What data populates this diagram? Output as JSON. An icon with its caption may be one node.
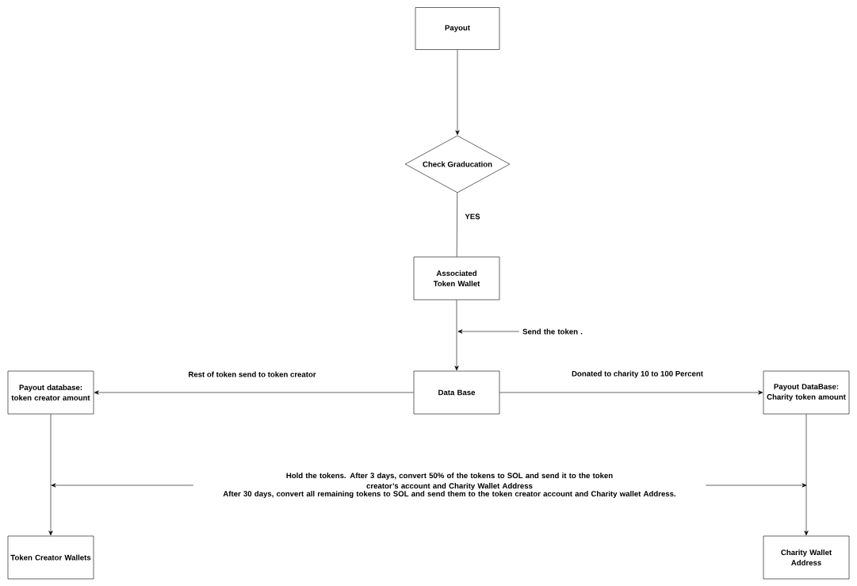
{
  "diagram": {
    "nodes": [
      {
        "text": [
          "Payout"
        ]
      },
      {
        "text": [
          "Check Graducation"
        ]
      },
      {
        "text": [
          "Associated Token Wallet"
        ]
      },
      {
        "text": [
          "Data Base"
        ]
      },
      {
        "text": [
          "Payout database: token creator amount"
        ]
      },
      {
        "text": [
          "Payout DataBase: Charity token amount"
        ]
      },
      {
        "text": [
          "Token Creator Wallets"
        ]
      },
      {
        "text": [
          "Charity Wallet Address"
        ]
      },
      {
        "text": [
          "Hold the tokens. After 3 days, convert 50% of the tokens to SOL and send it to the token creator’s account and Charity Wallet Address",
          "After 30 days, convert all remaining tokens to SOL and send them to the token creator account and Charity wallet Address."
        ]
      },
      {
        "text": [
          "Send the token ."
        ]
      }
    ],
    "edges": [
      {
        "from": 0,
        "to": 1,
        "arrow": "to"
      },
      {
        "from": 1,
        "to": 2,
        "arrow": "none",
        "label": "YES"
      },
      {
        "from": 2,
        "to": 3,
        "arrow": "to"
      },
      {
        "from": 3,
        "to": 4,
        "arrow": "to",
        "label": "Rest of token send to token creator"
      },
      {
        "from": 3,
        "to": 5,
        "arrow": "to",
        "label": "Donated to charity 10 to 100 Percent"
      },
      {
        "from": 4,
        "to": 6,
        "arrow": "to"
      },
      {
        "from": 5,
        "to": 7,
        "arrow": "to"
      },
      {
        "from": 8,
        "to": null,
        "arrow": "to"
      },
      {
        "from": 8,
        "to": null,
        "arrow": "to"
      },
      {
        "from": 9,
        "to": null,
        "arrow": "to"
      }
    ]
  }
}
